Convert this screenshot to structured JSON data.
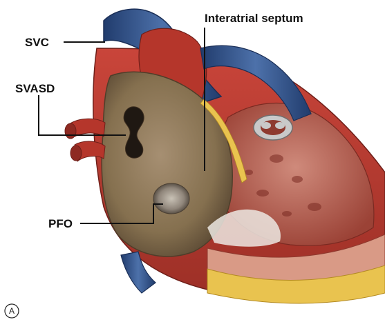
{
  "figure": {
    "labels": {
      "svc": "SVC",
      "svasd": "SVASD",
      "interatrial_septum": "Interatrial septum",
      "pfo": "PFO"
    },
    "panel_letter": "A"
  },
  "colors": {
    "vessel_blue": "#2e4f86",
    "vessel_blue_light": "#5c7fb6",
    "muscle_red": "#b8382e",
    "muscle_dark": "#8e2a22",
    "atrial_cavity": "#8d775c",
    "atrial_cavity_light": "#a08b6f",
    "ventricle_pink": "#c97465",
    "fat_yellow": "#e9c34f",
    "tendon_white": "#ece8e2"
  }
}
